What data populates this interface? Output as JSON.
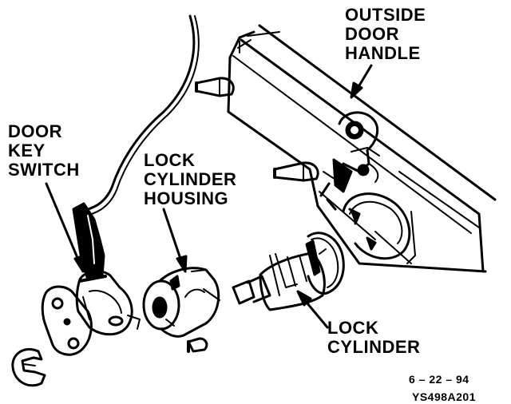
{
  "labels": {
    "outside_door_handle": [
      "OUTSIDE",
      "DOOR",
      "HANDLE"
    ],
    "door_key_switch": [
      "DOOR",
      "KEY",
      "SWITCH"
    ],
    "lock_cylinder_housing": [
      "LOCK",
      "CYLINDER",
      "HOUSING"
    ],
    "lock_cylinder": [
      "LOCK",
      "CYLINDER"
    ]
  },
  "footer": {
    "date": "6 – 22 – 94",
    "figure_code": "YS498A201"
  },
  "colors": {
    "ink": "#000000",
    "paper": "#ffffff"
  }
}
